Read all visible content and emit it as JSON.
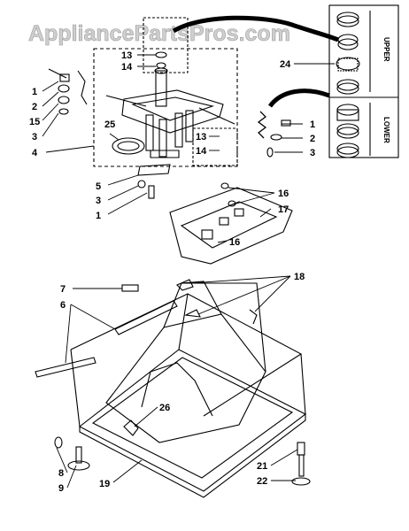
{
  "watermark": "AppliancePartsPros.com",
  "panel_labels": {
    "upper": "UPPER",
    "lower": "LOWER"
  },
  "callouts": {
    "c1a": "1",
    "c2a": "2",
    "c15": "15",
    "c3a": "3",
    "c4": "4",
    "c25": "25",
    "c5": "5",
    "c3b": "3",
    "c1b": "1",
    "c13a": "13",
    "c14a": "14",
    "c13b": "13",
    "c14b": "14",
    "c24": "24",
    "c1c": "1",
    "c2c": "2",
    "c3c": "3",
    "c16a": "16",
    "c17": "17",
    "c16b": "16",
    "c18": "18",
    "c7": "7",
    "c6": "6",
    "c26": "26",
    "c8": "8",
    "c9": "9",
    "c19": "19",
    "c21": "21",
    "c22": "22"
  }
}
